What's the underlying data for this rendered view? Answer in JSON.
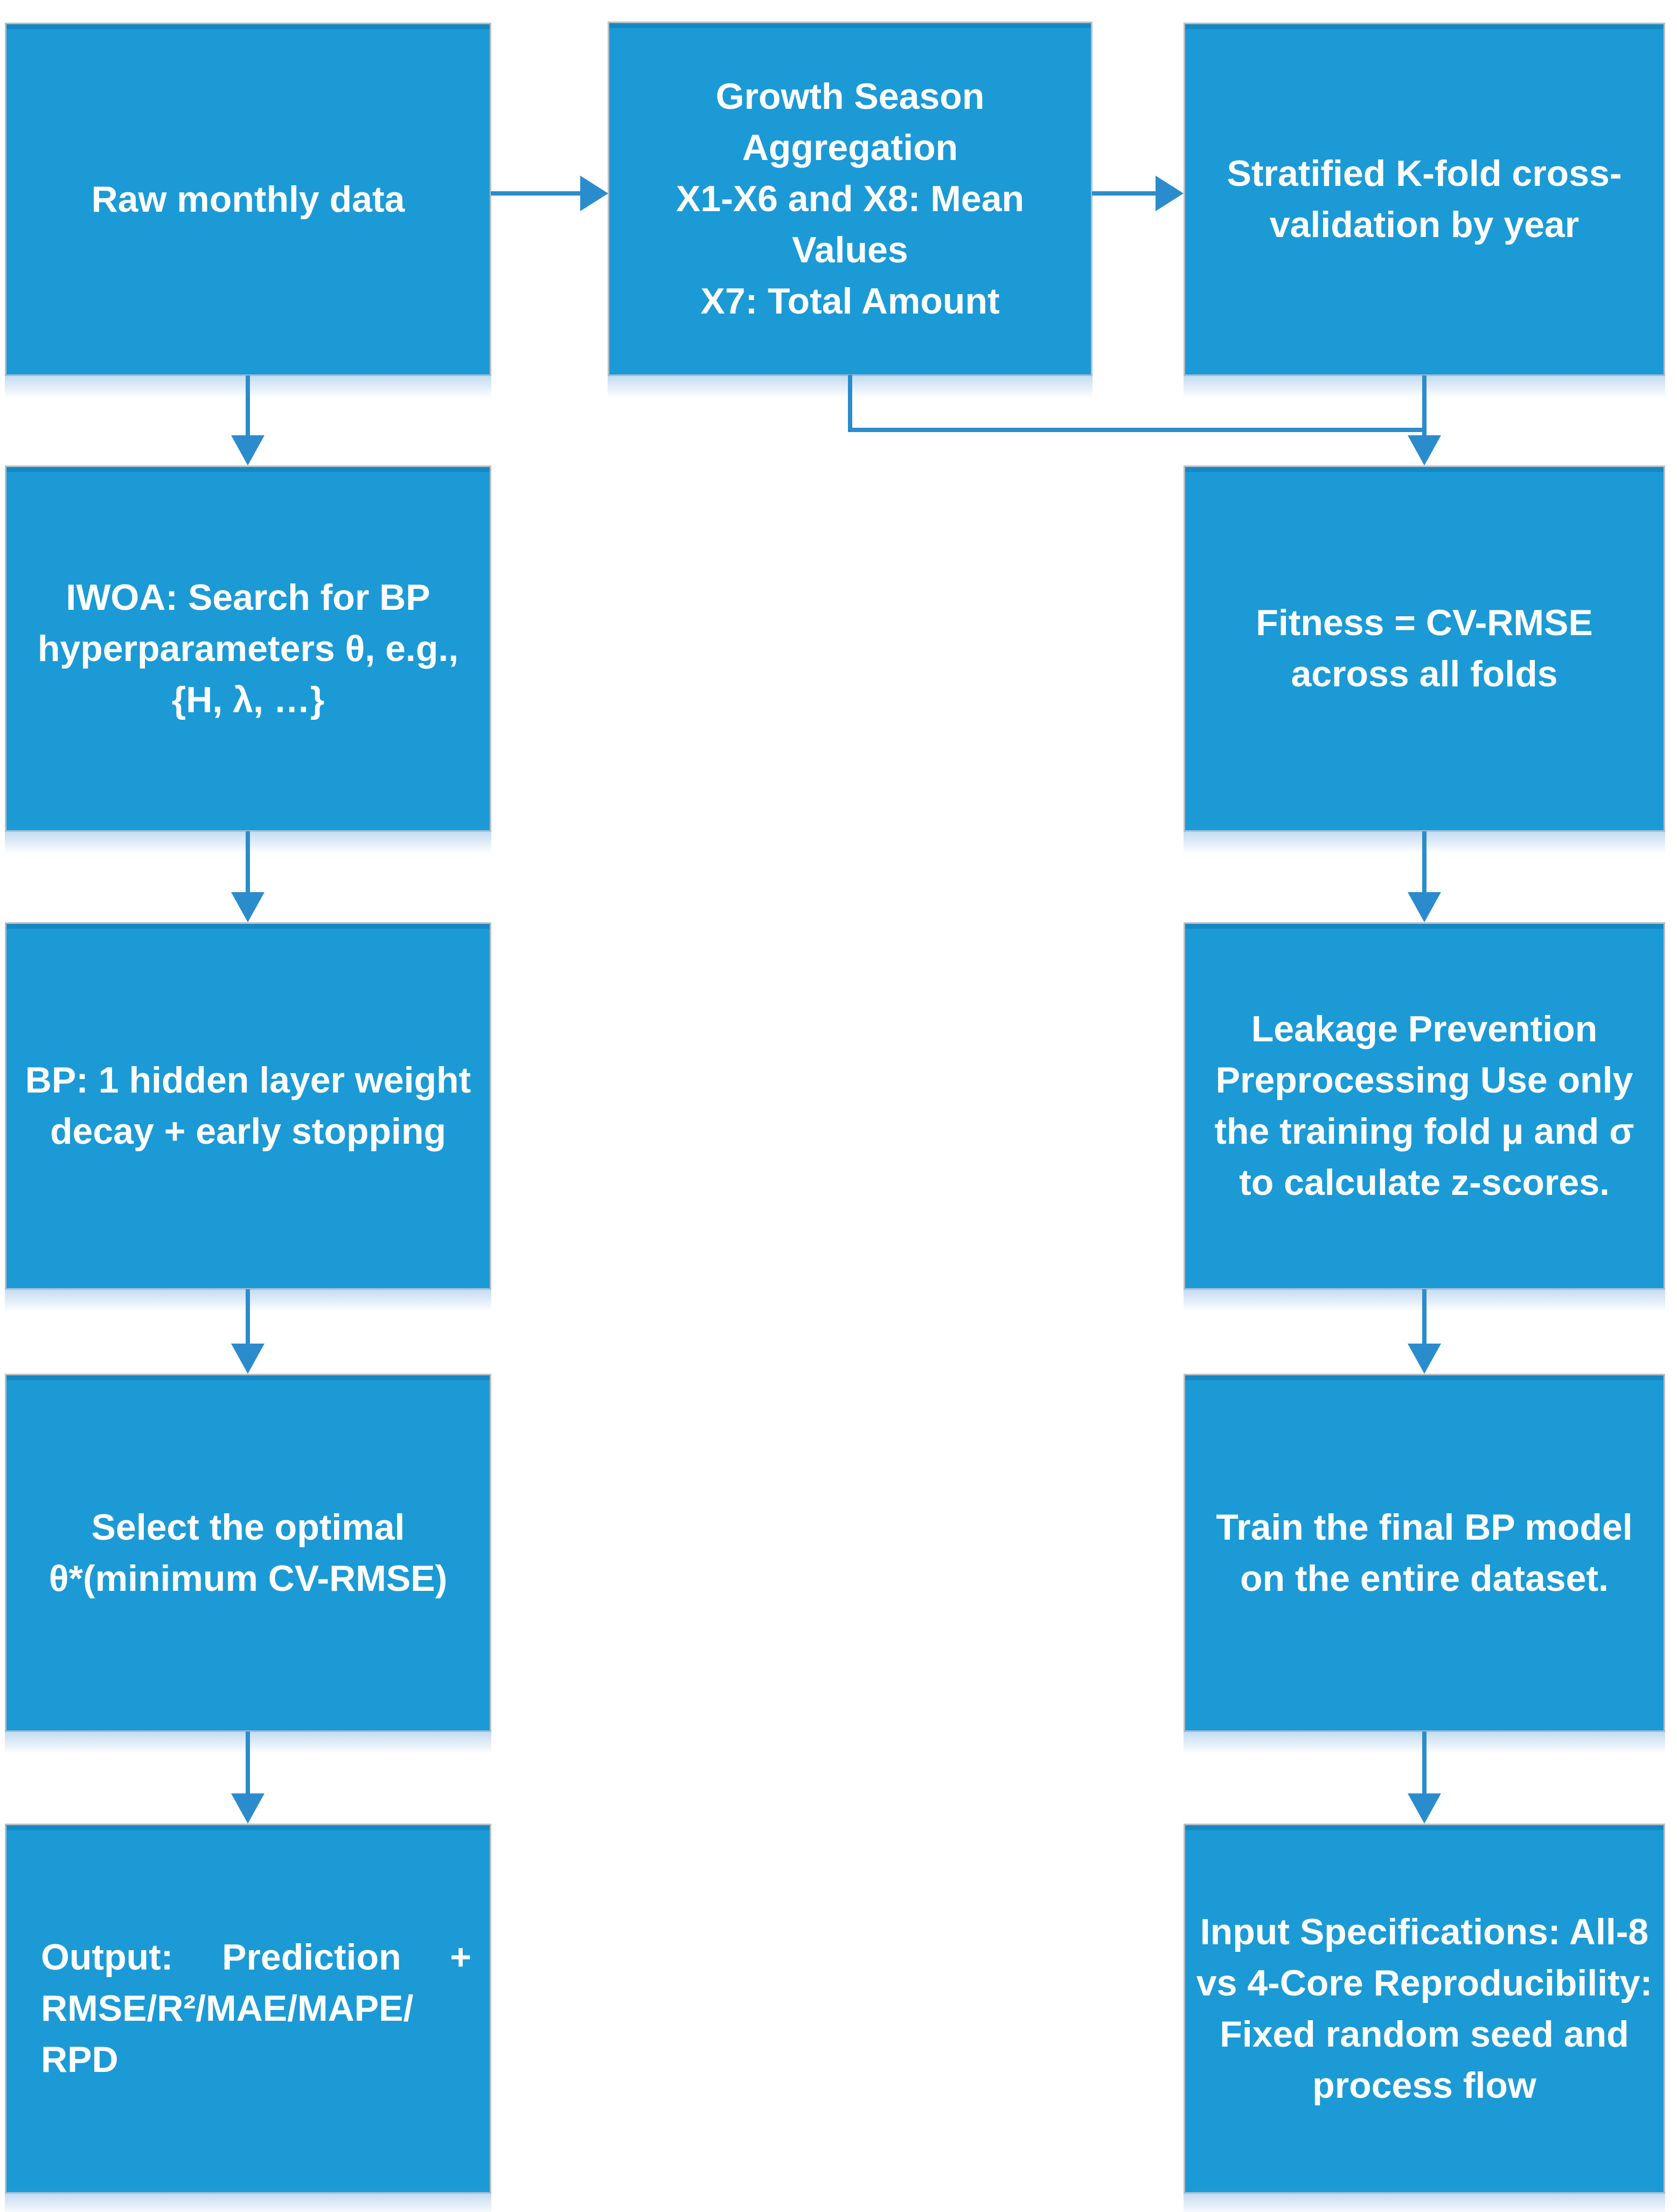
{
  "diagram": {
    "colors": {
      "background": "#ffffff",
      "box_fill": "#1b9ad6",
      "box_border": "#b9bec4",
      "arrow": "#2b8ccd",
      "text": "#ffffff"
    },
    "boxes": {
      "raw_monthly": {
        "lines": [
          "Raw monthly data"
        ]
      },
      "growth_season": {
        "lines": [
          "Growth Season",
          "Aggregation",
          "X1-X6 and X8: Mean",
          "Values",
          "X7: Total Amount"
        ]
      },
      "stratified": {
        "lines": [
          "Stratified K-fold cross-",
          "validation by year"
        ]
      },
      "iwoa": {
        "lines": [
          "IWOA: Search for BP",
          "hyperparameters θ, e.g.,",
          "{H, λ, …}"
        ]
      },
      "fitness": {
        "lines": [
          "Fitness = CV-RMSE",
          "across all folds"
        ]
      },
      "bp": {
        "lines": [
          "BP: 1 hidden layer weight",
          "decay + early stopping"
        ]
      },
      "leakage": {
        "lines": [
          "Leakage Prevention",
          "Preprocessing Use only",
          "the training fold μ and σ",
          "to calculate z-scores."
        ]
      },
      "select_optimal": {
        "lines": [
          "Select the optimal",
          "θ*(minimum CV-RMSE)"
        ]
      },
      "train_final": {
        "lines": [
          "Train the final BP model",
          "on the entire dataset."
        ]
      },
      "output": {
        "line1": [
          "Output:",
          "Prediction",
          "+"
        ],
        "lines": [
          "RMSE/R²/MAE/MAPE/",
          "RPD"
        ]
      },
      "input_spec": {
        "lines": [
          "Input Specifications: All-8",
          "vs 4-Core Reproducibility:",
          "Fixed random seed and",
          "process flow"
        ]
      }
    }
  }
}
